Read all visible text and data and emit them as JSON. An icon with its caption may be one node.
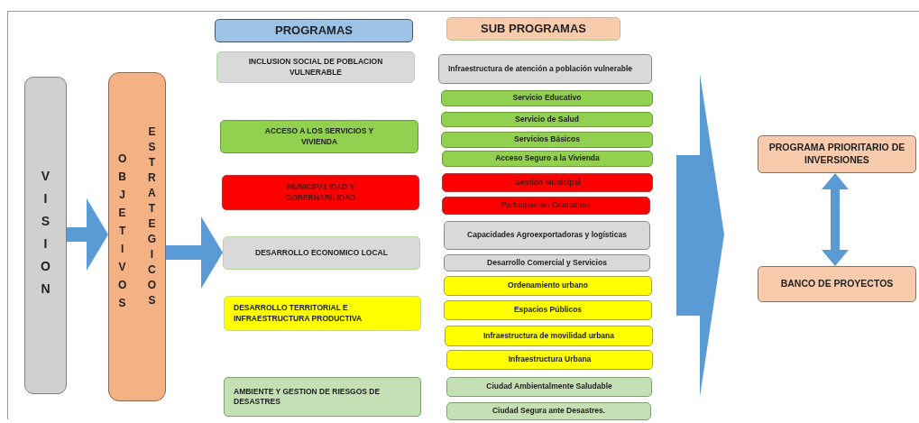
{
  "diagram": {
    "nodes": [
      {
        "text": [
          "VISION"
        ]
      },
      {
        "text": [
          "OBJETIVOS",
          "ESTRATEGICOS"
        ]
      },
      {
        "text": [
          "PROGRAMAS"
        ]
      },
      {
        "text": [
          "SUB PROGRAMAS"
        ]
      },
      {
        "text": [
          "INCLUSION SOCIAL DE POBLACION VULNERABLE"
        ]
      },
      {
        "text": [
          "ACCESO A LOS SERVICIOS Y VIVIENDA"
        ]
      },
      {
        "text": [
          "MUNICIPALIDAD  Y GOBERNABILIDAD"
        ]
      },
      {
        "text": [
          "DESARROLLO ECONOMICO LOCAL"
        ]
      },
      {
        "text": [
          "DESARROLLO TERRITORIAL E INFRAESTRUCTURA PRODUCTIVA"
        ]
      },
      {
        "text": [
          "AMBIENTE  Y GESTION DE RIESGOS DE DESASTRES"
        ]
      },
      {
        "text": [
          "Infraestructura de atención a población vulnerable"
        ]
      },
      {
        "text": [
          "Servicio Educativo"
        ]
      },
      {
        "text": [
          "Servicio de Salud"
        ]
      },
      {
        "text": [
          "Servicios Básicos"
        ]
      },
      {
        "text": [
          "Acceso Seguro a la Vivienda"
        ]
      },
      {
        "text": [
          "Gestión Municipal"
        ]
      },
      {
        "text": [
          "Participación Ciudadana"
        ]
      },
      {
        "text": [
          "Capacidades Agroexportadoras y logísticas"
        ]
      },
      {
        "text": [
          "Desarrollo Comercial y Servicios"
        ]
      },
      {
        "text": [
          "Ordenamiento urbano"
        ]
      },
      {
        "text": [
          "Espacios Públicos"
        ]
      },
      {
        "text": [
          "Infraestructura de movilidad urbana"
        ]
      },
      {
        "text": [
          "Infraestructura Urbana"
        ]
      },
      {
        "text": [
          "Ciudad Ambientalmente Saludable"
        ]
      },
      {
        "text": [
          "Ciudad Segura ante Desastres."
        ]
      },
      {
        "text": [
          "PROGRAMA PRIORITARIO DE INVERSIONES"
        ]
      },
      {
        "text": [
          "BANCO DE PROYECTOS"
        ]
      }
    ],
    "edges": [
      {
        "from": 0,
        "to": 1,
        "arrow": "to"
      },
      {
        "from": 1,
        "to": 7,
        "arrow": "to"
      },
      {
        "from": 25,
        "to": 26,
        "arrow": "both"
      }
    ]
  }
}
